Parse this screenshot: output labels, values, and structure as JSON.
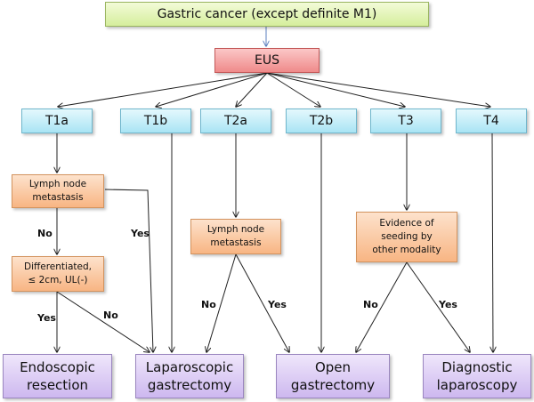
{
  "top": {
    "label": "Gastric cancer (except definite M1)"
  },
  "eus": {
    "label": "EUS"
  },
  "stages": [
    {
      "label": "T1a"
    },
    {
      "label": "T1b"
    },
    {
      "label": "T2a"
    },
    {
      "label": "T2b"
    },
    {
      "label": "T3"
    },
    {
      "label": "T4"
    }
  ],
  "decisions": {
    "t1a_lymph": "Lymph node\nmetastasis",
    "t1a_diff": "Differentiated,\n≤ 2cm, UL(-)",
    "t2a_lymph": "Lymph node\nmetastasis",
    "t3_seeding": "Evidence of\nseeding by\nother modality"
  },
  "outcomes": {
    "endoscopic": "Endoscopic\nresection",
    "laparoscopic": "Laparoscopic\ngastrectomy",
    "open": "Open\ngastrectomy",
    "diagnostic": "Diagnostic\nlaparoscopy"
  },
  "edge_labels": {
    "no": "No",
    "yes": "Yes"
  }
}
